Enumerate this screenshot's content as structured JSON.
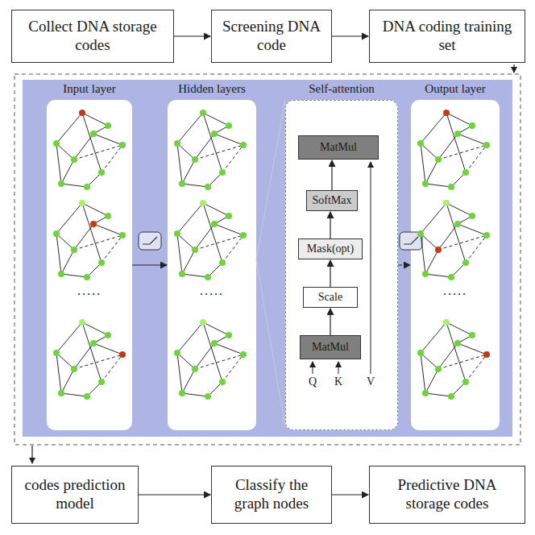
{
  "diagram": {
    "nodes": [
      {
        "text": [
          "Collect DNA storage codes"
        ]
      },
      {
        "text": [
          "Screening DNA code"
        ]
      },
      {
        "text": [
          "DNA coding training set"
        ]
      },
      {
        "text": [
          "Input layer",
          "....."
        ]
      },
      {
        "text": [
          "Hidden layers",
          "....."
        ]
      },
      {
        "text": [
          "Self-attention"
        ]
      },
      {
        "text": [
          "MatMul"
        ],
        "in": 5
      },
      {
        "text": [
          "SoftMax"
        ],
        "in": 5
      },
      {
        "text": [
          "Mask(opt)"
        ],
        "in": 5
      },
      {
        "text": [
          "Scale"
        ],
        "in": 5
      },
      {
        "text": [
          "MatMul"
        ],
        "in": 5
      },
      {
        "text": [
          "Output layer",
          "....."
        ]
      },
      {
        "text": [
          "codes prediction model"
        ]
      },
      {
        "text": [
          "Classify the graph nodes"
        ]
      },
      {
        "text": [
          "Predictive DNA storage codes"
        ]
      }
    ],
    "edges": [
      {
        "from": 0,
        "to": 1,
        "arrow": "to"
      },
      {
        "from": 1,
        "to": 2,
        "arrow": "to"
      },
      {
        "from": 3,
        "to": 4,
        "arrow": "to"
      },
      {
        "from": 5,
        "to": 11,
        "arrow": "to"
      },
      {
        "from": 10,
        "to": 9,
        "arrow": "to"
      },
      {
        "from": 9,
        "to": 8,
        "arrow": "to"
      },
      {
        "from": 8,
        "to": 7,
        "arrow": "to"
      },
      {
        "from": 7,
        "to": 6,
        "arrow": "to"
      },
      {
        "from": 12,
        "to": 13,
        "arrow": "to"
      },
      {
        "from": 13,
        "to": 14,
        "arrow": "to"
      }
    ],
    "labels": [
      "Q",
      "K",
      "V"
    ]
  }
}
